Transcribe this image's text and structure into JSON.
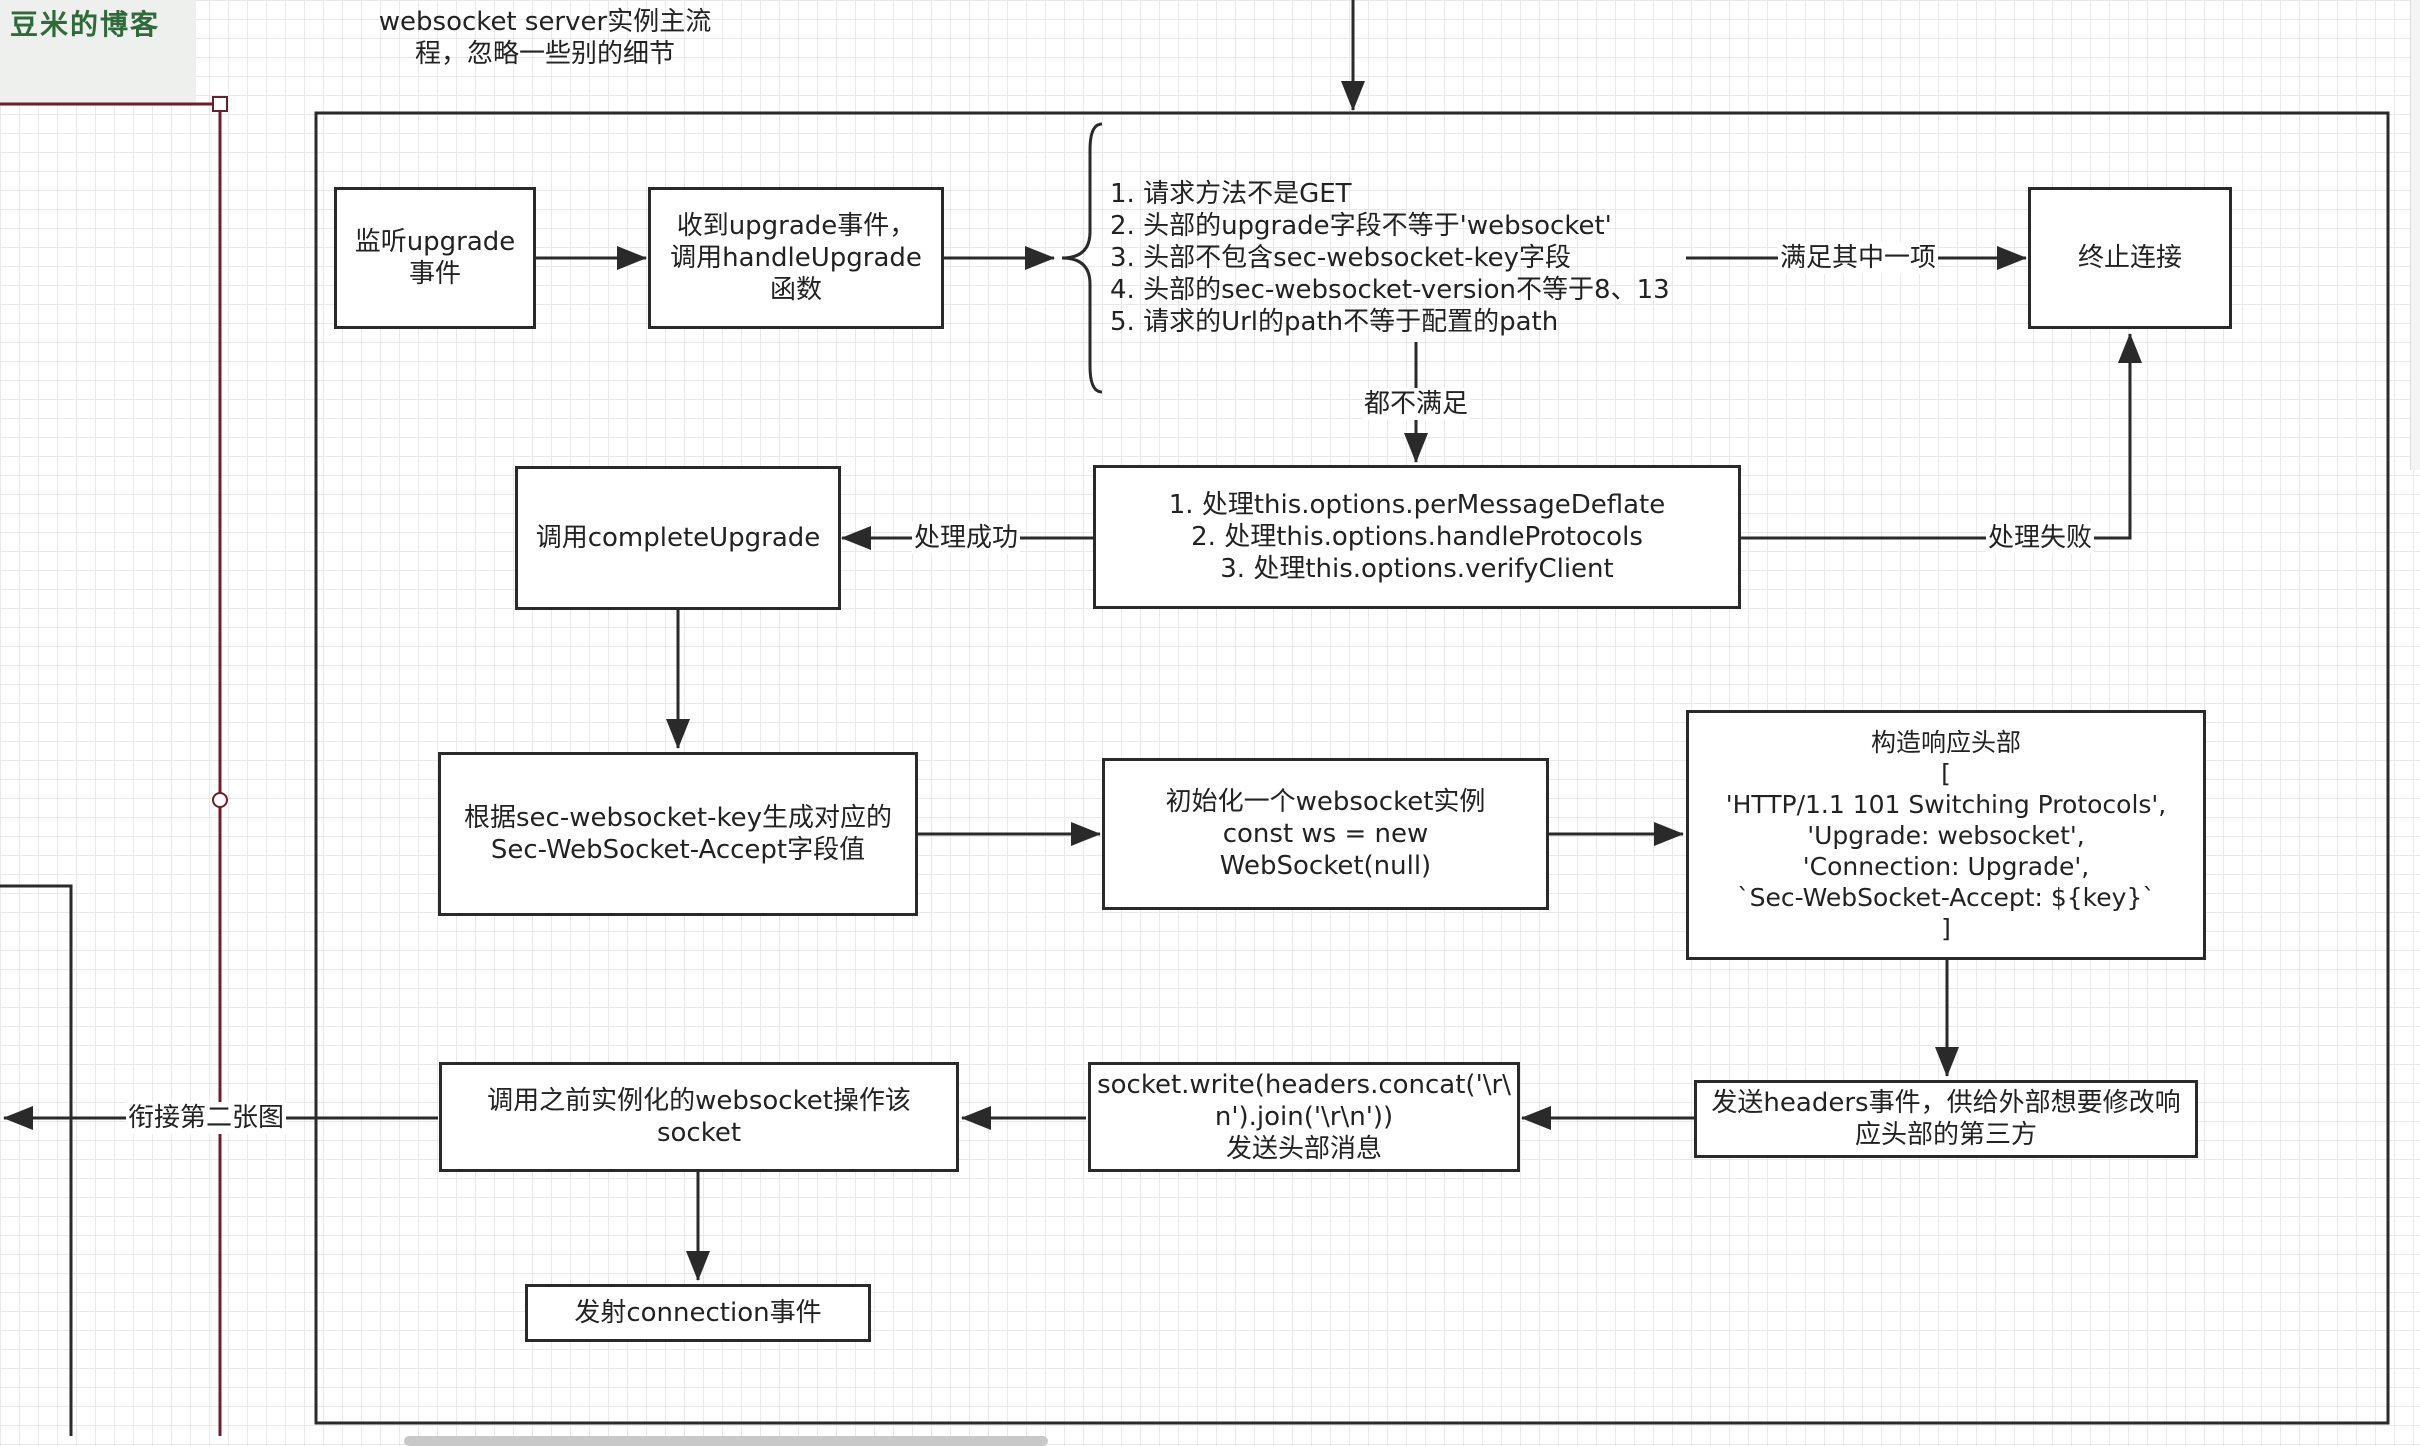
{
  "logo": {
    "text": "豆米的博客"
  },
  "note": {
    "text": "websocket server实例主流\n程，忽略一些别的细节"
  },
  "nodes": {
    "listen": "监听upgrade\n事件",
    "receive": "收到upgrade事件，\n调用handleUpgrade\n函数",
    "conditions": "1. 请求方法不是GET\n2. 头部的upgrade字段不等于'websocket'\n3. 头部不包含sec-websocket-key字段\n4. 头部的sec-websocket-version不等于8、13\n5. 请求的Url的path不等于配置的path",
    "terminate": "终止连接",
    "process": "1. 处理this.options.perMessageDeflate\n2. 处理this.options.handleProtocols\n3. 处理this.options.verifyClient",
    "complete": "调用completeUpgrade",
    "accept": "根据sec-websocket-key生成对应的\nSec-WebSocket-Accept字段值",
    "init_ws": "初始化一个websocket实例\nconst ws = new WebSocket(null)",
    "headers": "构造响应头部\n[\n'HTTP/1.1 101 Switching Protocols',\n'Upgrade: websocket',\n'Connection: Upgrade',\n`Sec-WebSocket-Accept: ${key}`\n]",
    "emit_headers": "发送headers事件，供给外部想要修改响\n应头部的第三方",
    "write": "socket.write(headers.concat('\\r\\\nn').join('\\r\\n'))\n发送头部消息",
    "operate": "调用之前实例化的websocket操作该\nsocket",
    "connection": "发射connection事件"
  },
  "edge_labels": {
    "any_match": "满足其中一项",
    "none_match": "都不满足",
    "success": "处理成功",
    "failure": "处理失败",
    "next_diagram": "衔接第二张图"
  }
}
